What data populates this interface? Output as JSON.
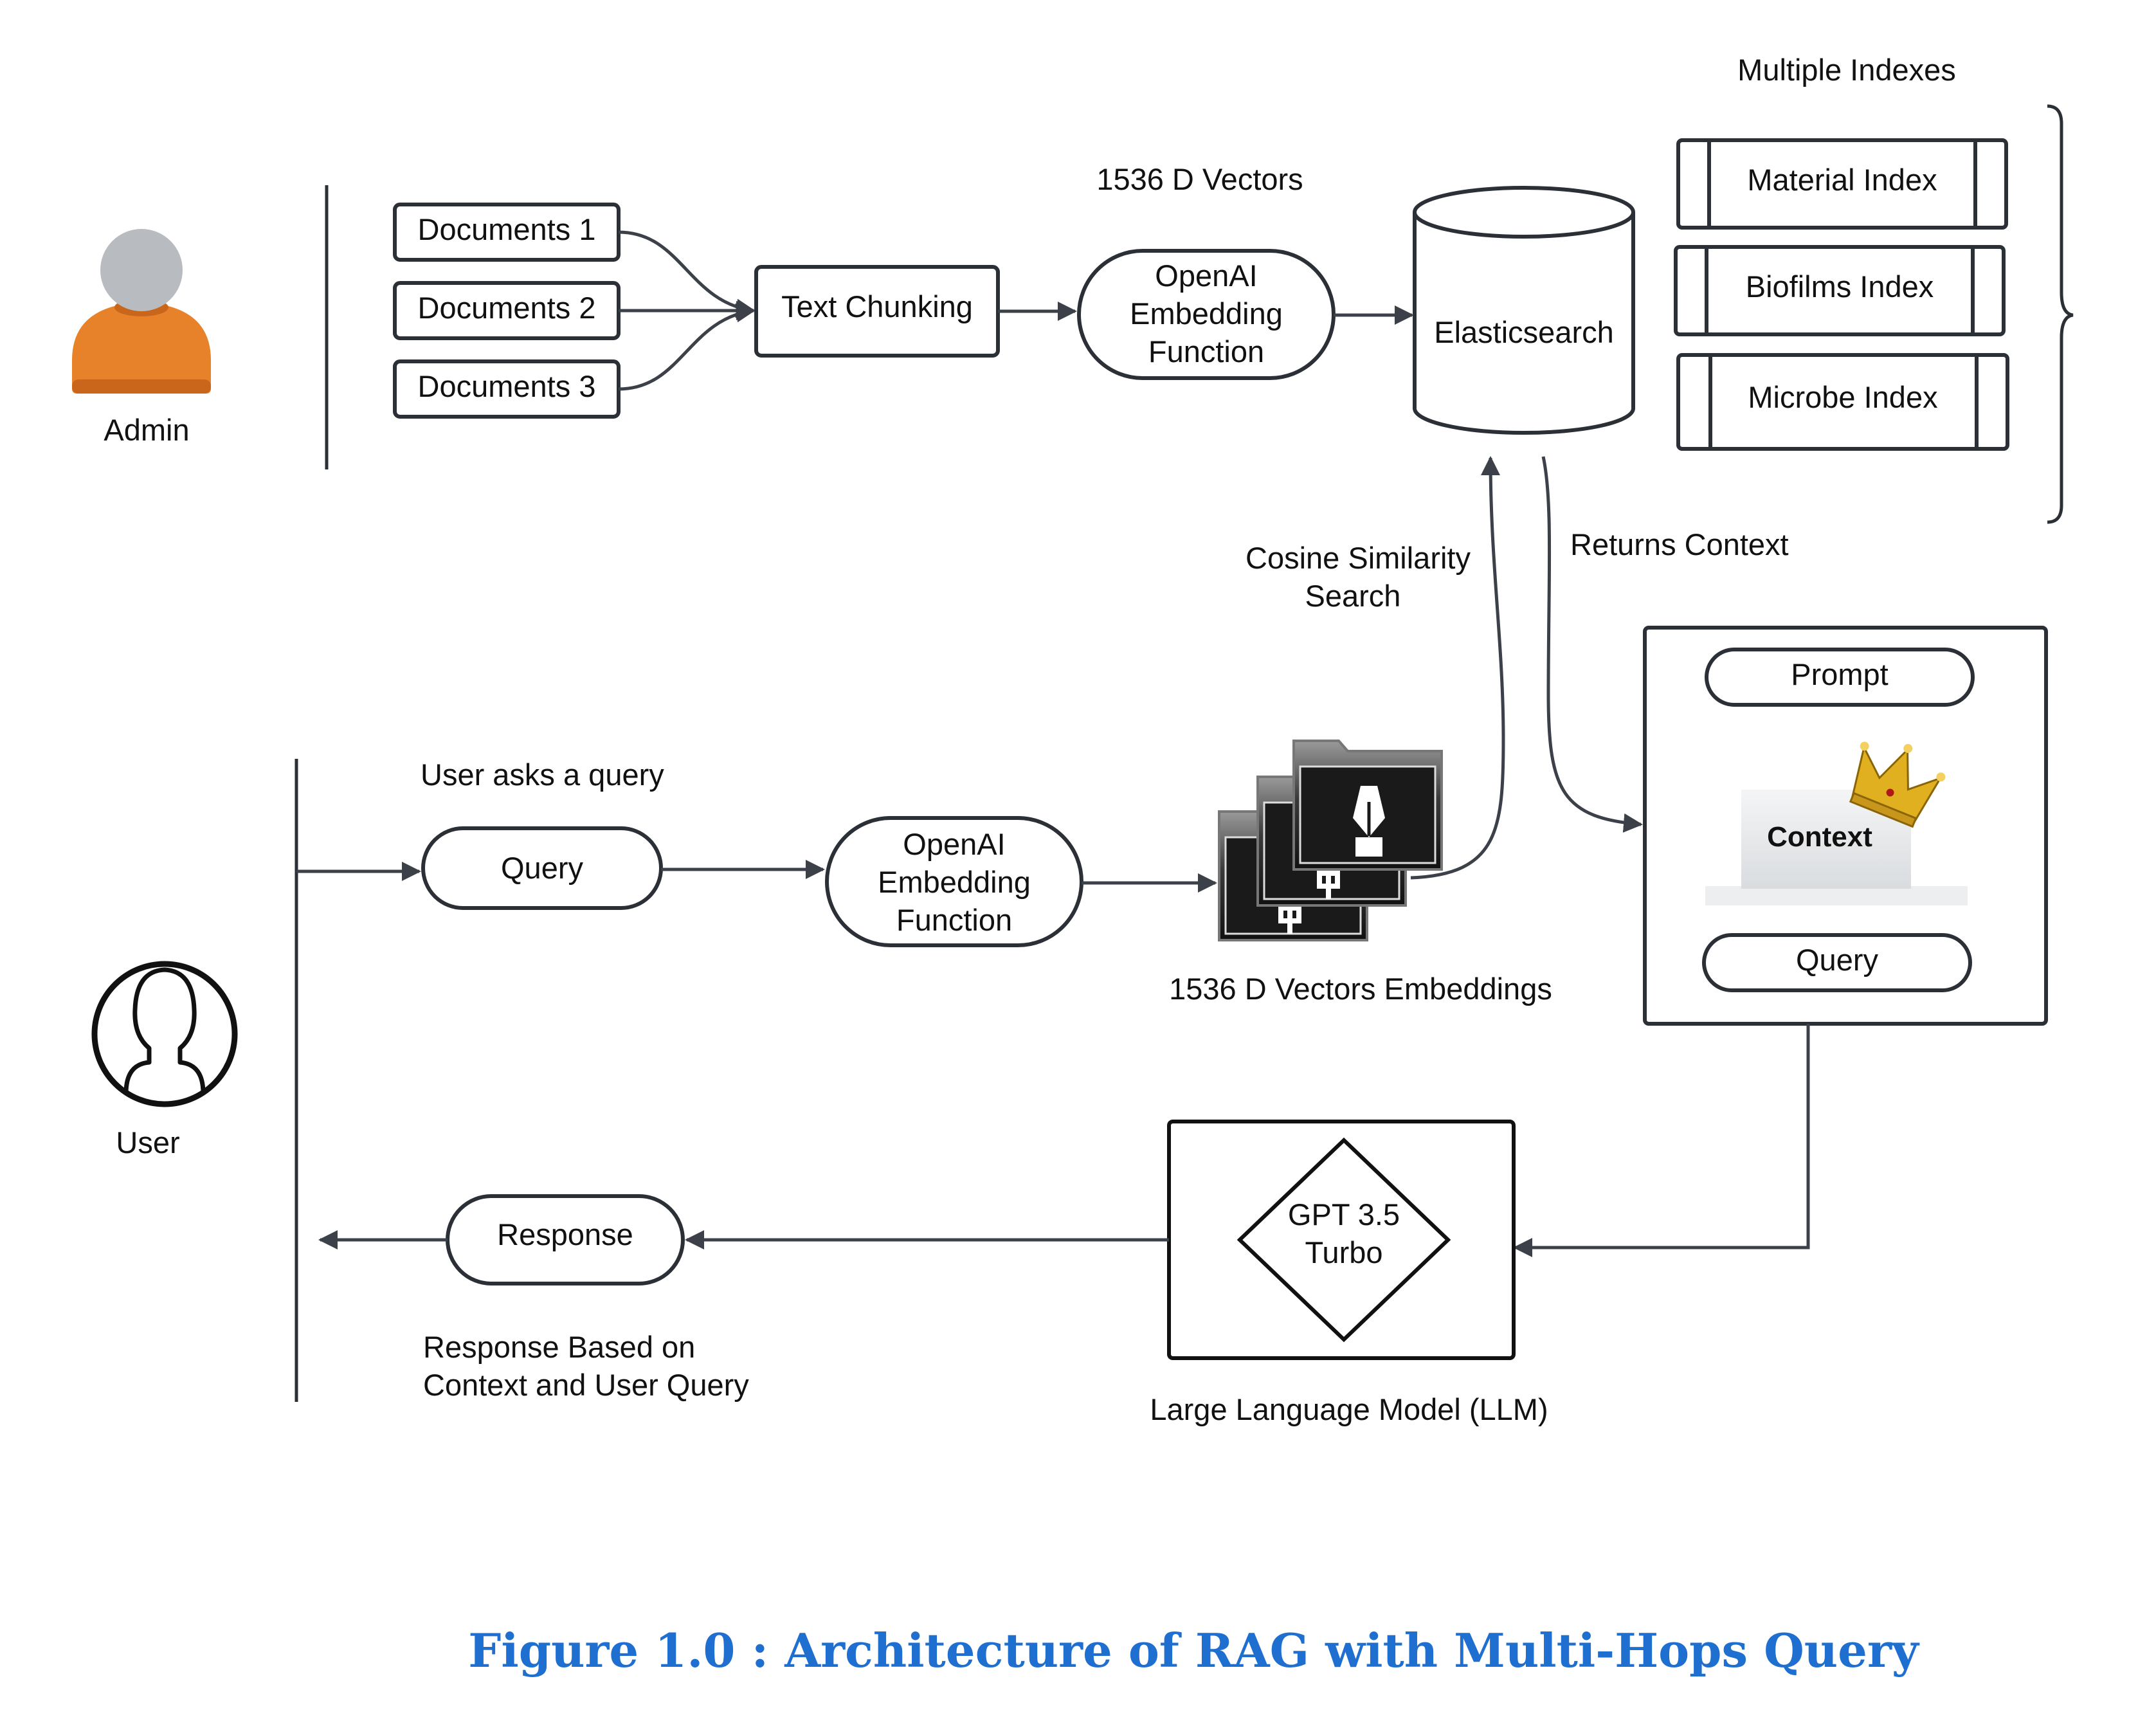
{
  "admin": {
    "label": "Admin"
  },
  "user": {
    "label": "User"
  },
  "ingest": {
    "documents": [
      "Documents 1",
      "Documents 2",
      "Documents 3"
    ],
    "chunking": "Text Chunking",
    "vectors_label": "1536 D Vectors",
    "embedding": [
      "OpenAI",
      "Embedding",
      "Function"
    ],
    "store": "Elasticsearch",
    "indexes_title": "Multiple Indexes",
    "indexes": [
      "Material Index",
      "Biofilms Index",
      "Microbe Index"
    ]
  },
  "retrieval": {
    "search_label": [
      "Cosine Similarity",
      "Search"
    ],
    "returns_label": "Returns Context"
  },
  "query_flow": {
    "asks_label": "User asks a query",
    "query": "Query",
    "embedding": [
      "OpenAI",
      "Embedding",
      "Function"
    ],
    "embeddings_label": "1536 D Vectors Embeddings"
  },
  "prompt_box": {
    "prompt": "Prompt",
    "context": "Context",
    "query": "Query"
  },
  "llm": {
    "model": [
      "GPT 3.5",
      "Turbo"
    ],
    "label": "Large Language Model (LLM)"
  },
  "response": {
    "node": "Response",
    "label": [
      "Response Based on",
      "Context and User Query"
    ]
  },
  "caption": "Figure 1.0 :  Architecture of RAG with Multi-Hops Query",
  "colors": {
    "admin_body": "#e8822a",
    "admin_head": "#b8bcc0",
    "caption": "#1f6fd1",
    "crown": "#e0b020",
    "line": "#3b4049"
  }
}
